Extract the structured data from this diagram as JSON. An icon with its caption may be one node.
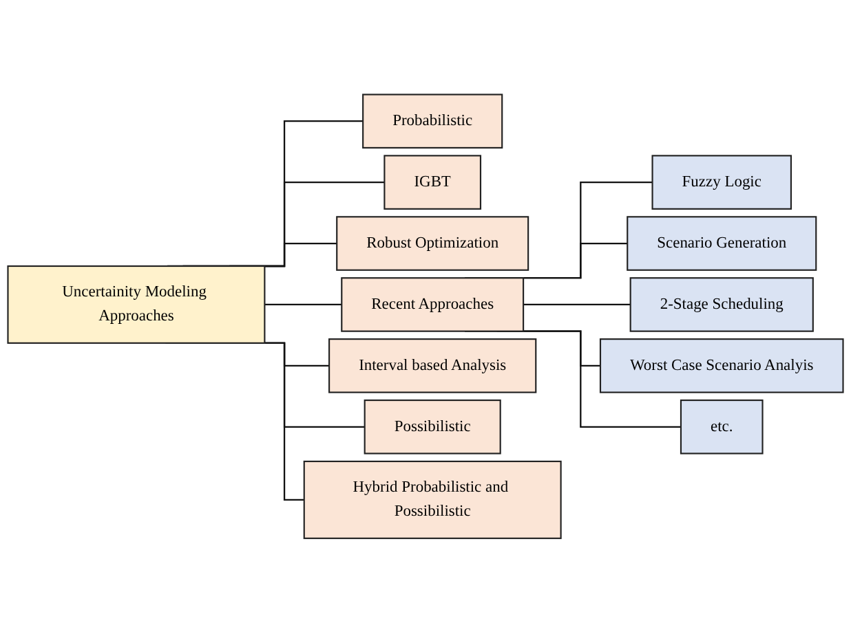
{
  "diagram": {
    "nodes": [
      {
        "text": [
          "Uncertainity Modeling Approaches"
        ]
      },
      {
        "text": [
          "Probabilistic"
        ]
      },
      {
        "text": [
          "IGBT"
        ]
      },
      {
        "text": [
          "Robust Optimization"
        ]
      },
      {
        "text": [
          "Recent Approaches"
        ]
      },
      {
        "text": [
          "Interval based Analysis"
        ]
      },
      {
        "text": [
          "Possibilistic"
        ]
      },
      {
        "text": [
          "Hybrid Probabilistic and Possibilistic"
        ]
      },
      {
        "text": [
          "Fuzzy Logic"
        ]
      },
      {
        "text": [
          "Scenario Generation"
        ]
      },
      {
        "text": [
          "2-Stage Scheduling"
        ]
      },
      {
        "text": [
          "Worst Case Scenario Analyis"
        ]
      },
      {
        "text": [
          "etc."
        ]
      }
    ],
    "edges": [
      {
        "from": 0,
        "to": 1,
        "arrow": "none"
      },
      {
        "from": 0,
        "to": 2,
        "arrow": "none"
      },
      {
        "from": 0,
        "to": 3,
        "arrow": "none"
      },
      {
        "from": 0,
        "to": 4,
        "arrow": "none"
      },
      {
        "from": 0,
        "to": 5,
        "arrow": "none"
      },
      {
        "from": 0,
        "to": 6,
        "arrow": "none"
      },
      {
        "from": 0,
        "to": 7,
        "arrow": "none"
      },
      {
        "from": 4,
        "to": 8,
        "arrow": "none"
      },
      {
        "from": 4,
        "to": 9,
        "arrow": "none"
      },
      {
        "from": 4,
        "to": 10,
        "arrow": "none"
      },
      {
        "from": 4,
        "to": 11,
        "arrow": "none"
      },
      {
        "from": 4,
        "to": 12,
        "arrow": "none"
      }
    ]
  }
}
